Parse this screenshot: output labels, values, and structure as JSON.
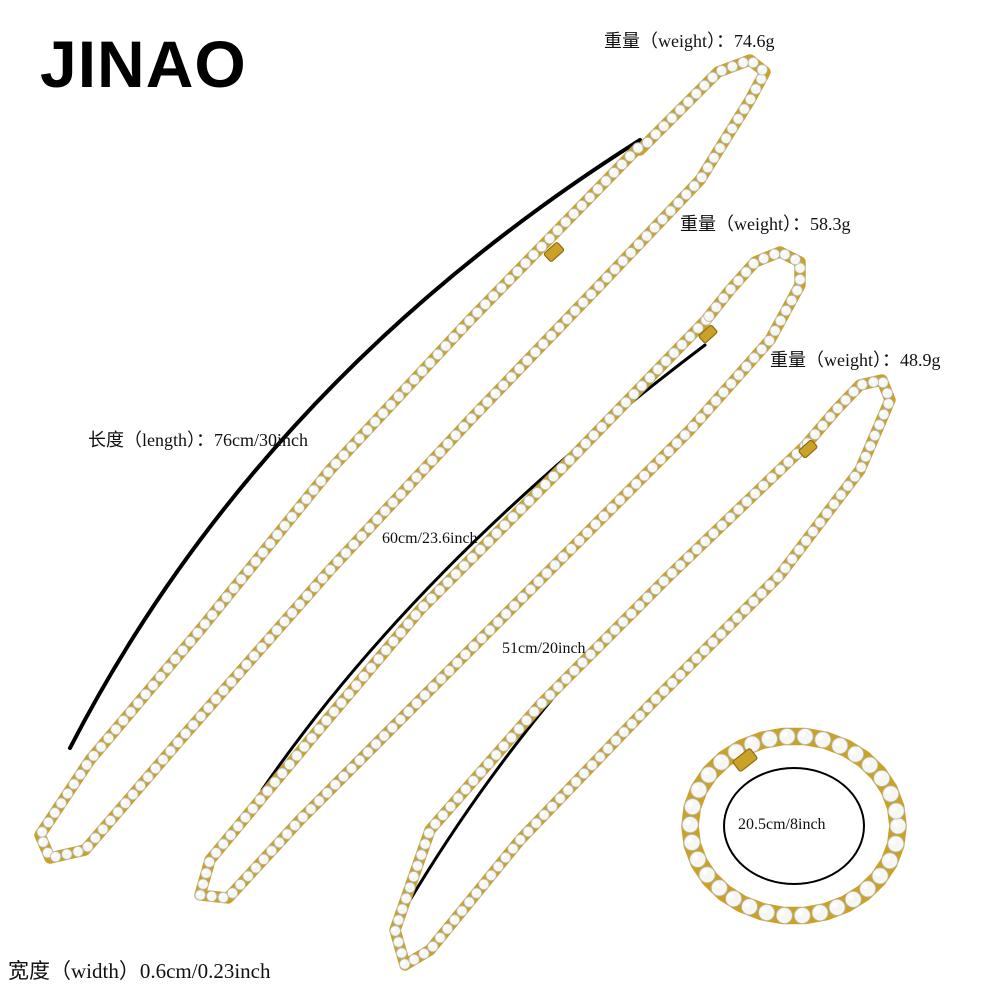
{
  "brand": "JINAO",
  "labels": {
    "weight_76": "重量（weight）：74.6g",
    "weight_60": "重量（weight）：58.3g",
    "weight_51": "重量（weight）：48.9g",
    "length_76": "长度（length）：76cm/30inch",
    "length_60": "60cm/23.6inch",
    "length_51": "51cm/20inch",
    "bracelet": "20.5cm/8inch",
    "width": "宽度（width）0.6cm/0.23inch"
  },
  "colors": {
    "gold": "#c9a227",
    "gold_dark": "#8f6c12",
    "stone": "#f6f6f2",
    "stone_edge": "#b9b9b4"
  }
}
